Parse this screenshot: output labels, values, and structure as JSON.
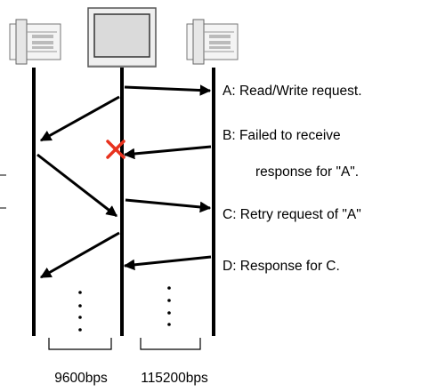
{
  "labels": {
    "a": "A: Read/Write request.",
    "b_line1": "B: Failed to receive",
    "b_line2": "response for \"A\".",
    "c": "C: Retry request of \"A\"",
    "d": "D: Response for C."
  },
  "speeds": {
    "left": "9600bps",
    "right": "115200bps"
  },
  "colors": {
    "line": "#000000",
    "failure_mark": "#e8321e",
    "device_fill": "#f2f2f2"
  },
  "icons": {
    "left_device": "plc-icon",
    "center_device": "touch-panel-icon",
    "right_device": "plc-icon",
    "failure": "cross-mark-icon"
  }
}
